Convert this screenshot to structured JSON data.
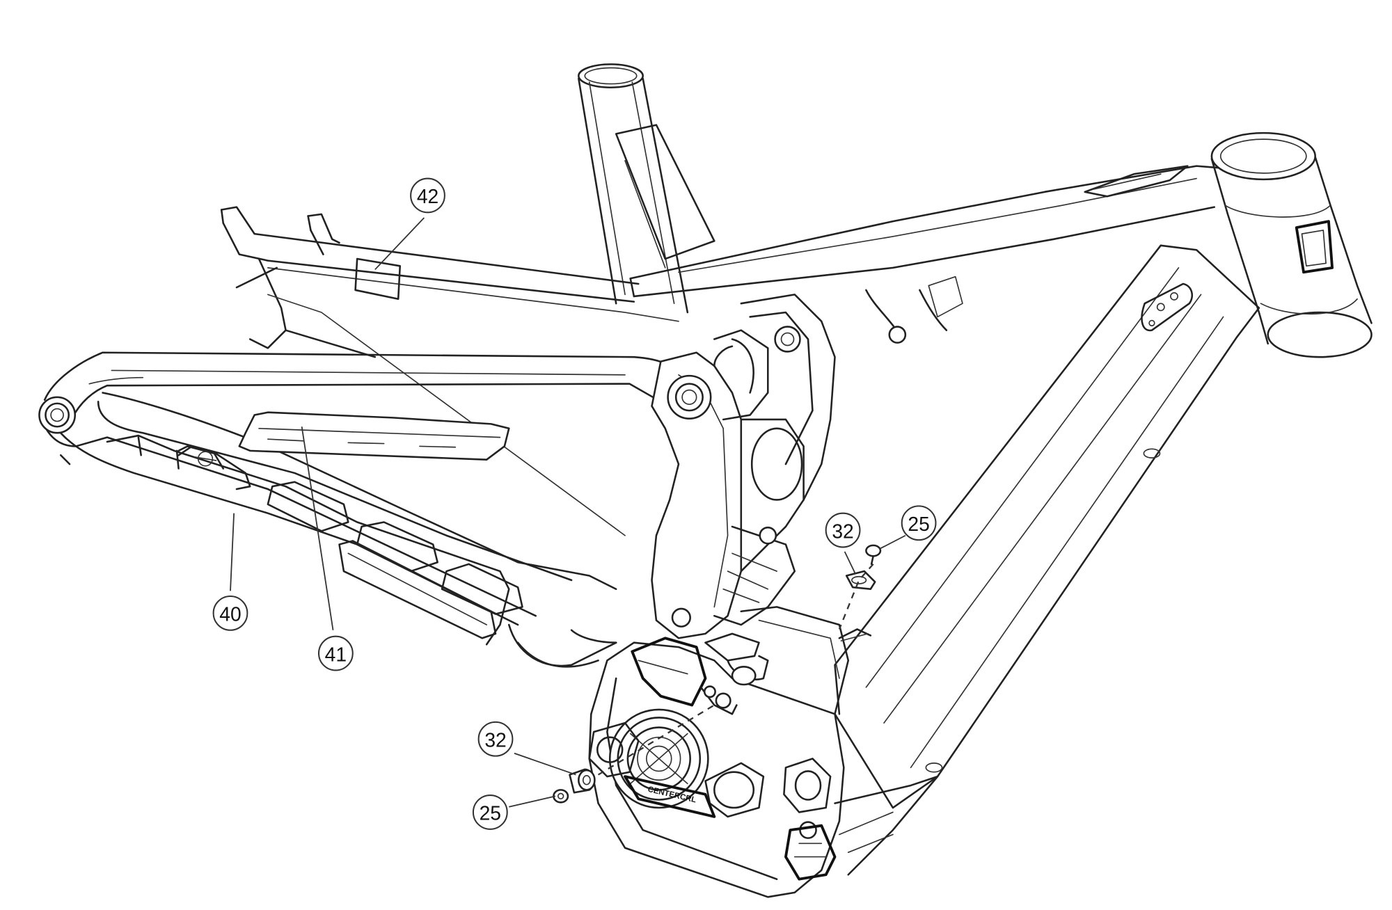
{
  "callouts": [
    {
      "id": "42",
      "label": "42"
    },
    {
      "id": "40",
      "label": "40"
    },
    {
      "id": "41",
      "label": "41"
    },
    {
      "id": "32_upper",
      "label": "32"
    },
    {
      "id": "25_upper",
      "label": "25"
    },
    {
      "id": "32_lower",
      "label": "32"
    },
    {
      "id": "25_lower",
      "label": "25"
    }
  ],
  "motor_badge": "CENTERCRL"
}
